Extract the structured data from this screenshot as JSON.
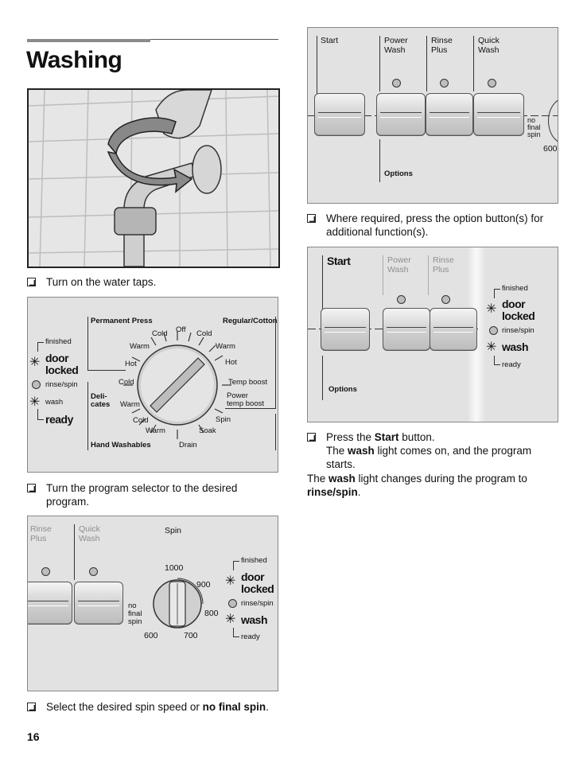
{
  "heading": "Washing",
  "page_number": "16",
  "steps": {
    "taps": "Turn on the water taps.",
    "selector": "Turn the program selector to the desired program.",
    "spin_pre": "Select the desired spin speed or ",
    "spin_bold": "no final spin",
    "spin_post": ".",
    "options": "Where required, press the option button(s) for additional function(s).",
    "start_pre": "Press the ",
    "start_bold": "Start",
    "start_post": " button.",
    "start_line2_pre": "The ",
    "start_line2_bold": "wash",
    "start_line2_post": " light comes on, and the program starts."
  },
  "note": {
    "pre": "The ",
    "bold1": "wash",
    "mid": " light changes during the program to ",
    "bold2": "rinse/spin",
    "post": "."
  },
  "indicators": {
    "finished": "finished",
    "door": "door",
    "locked": "locked",
    "rinse_spin": "rinse/spin",
    "wash": "wash",
    "ready": "ready"
  },
  "program_dial": {
    "permanent_press": "Permanent Press",
    "regular_cotton": "Regular/Cotton",
    "delicates": "Deli-\ncates",
    "hand_washables": "Hand Washables",
    "positions": {
      "off": "Off",
      "cold_pp": "Cold",
      "warm_pp": "Warm",
      "hot_pp": "Hot",
      "cold_rc": "Cold",
      "warm_rc": "Warm",
      "hot_rc": "Hot",
      "temp_boost": "Temp boost",
      "power_temp_boost": "Power\ntemp boost",
      "spin": "Spin",
      "soak": "Soak",
      "drain": "Drain",
      "cold_del": "Cold",
      "warm_del": "Warm",
      "cold_hw": "Cold",
      "warm_hw": "Warm"
    }
  },
  "spin_panel": {
    "rinse_plus": "Rinse\nPlus",
    "quick_wash": "Quick\nWash",
    "spin": "Spin",
    "speeds": [
      "1000",
      "900",
      "800",
      "700",
      "600"
    ],
    "no_final_spin": "no\nfinal\nspin"
  },
  "options_panel": {
    "start": "Start",
    "power_wash": "Power\nWash",
    "rinse_plus": "Rinse\nPlus",
    "quick_wash": "Quick\nWash",
    "options": "Options",
    "no_final_spin": "no\nfinal\nspin",
    "speed_600": "600"
  },
  "start_panel": {
    "start": "Start",
    "power_wash": "Power\nWash",
    "rinse_plus": "Rinse\nPlus",
    "options": "Options"
  }
}
